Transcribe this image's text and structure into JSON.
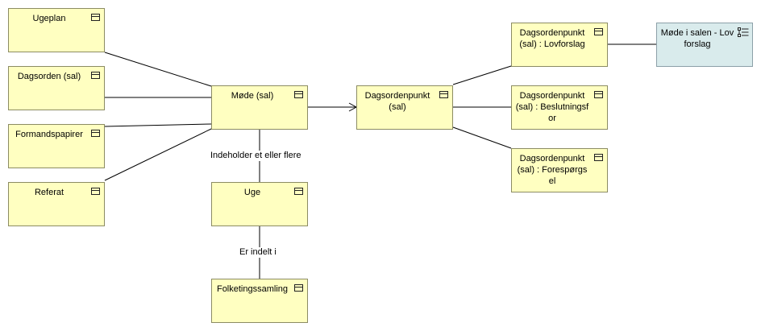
{
  "diagram": {
    "nodes": {
      "ugeplan": "Ugeplan",
      "dagsorden": "Dagsorden (sal)",
      "formandspapirer": "Formandspapirer",
      "referat": "Referat",
      "moede": "Møde (sal)",
      "uge": "Uge",
      "folketingssamling": "Folketingssamling",
      "dagsordenpunkt": "Dagsordenpunkt (sal)",
      "dp_lovforslag": "Dagsordenpunkt (sal) : Lovforslag",
      "dp_beslutning": "Dagsordenpunkt (sal) : Beslutningsfor",
      "dp_forespoergsel": "Dagsordenpunkt (sal) : Forespørgsel",
      "moede_lovforslag": "Møde i salen - Lovforslag"
    },
    "edge_labels": {
      "moede_uge": "Indeholder et eller flere",
      "uge_samling": "Er indelt i"
    },
    "icons": {
      "class": "class-icon",
      "entity": "entity-tree-icon"
    },
    "colors": {
      "class_fill": "#ffffc1",
      "entity_fill": "#d9ebec",
      "line": "#000000"
    }
  }
}
